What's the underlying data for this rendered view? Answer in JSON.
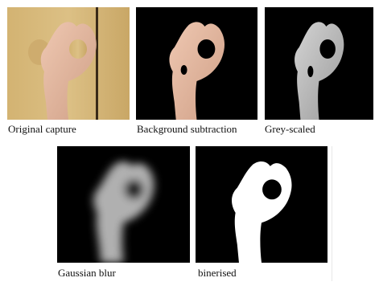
{
  "panels": [
    {
      "id": "original",
      "caption": "Original capture"
    },
    {
      "id": "background-subtraction",
      "caption": "Background subtraction"
    },
    {
      "id": "grey-scaled",
      "caption": "Grey-scaled"
    },
    {
      "id": "gaussian-blur",
      "caption": "Gaussian blur"
    },
    {
      "id": "binerised",
      "caption": "binerised"
    }
  ],
  "colors": {
    "panel_background_dark": "#000000",
    "door_wood": "#d8b877",
    "skin": "#e3b79e",
    "grey_hand": "#b9b9b9",
    "binary_white": "#ffffff"
  }
}
